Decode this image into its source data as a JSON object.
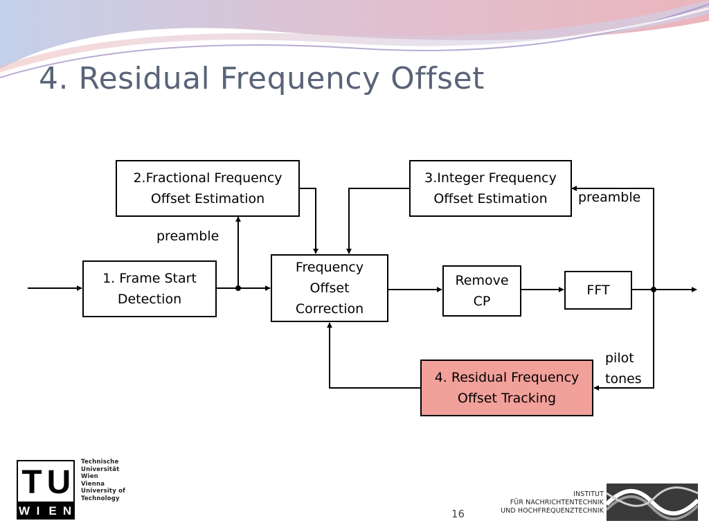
{
  "slide": {
    "title": "4. Residual Frequency Offset",
    "page_number": "16"
  },
  "diagram": {
    "blocks": {
      "frame_start": "1. Frame Start\nDetection",
      "fractional": "2.Fractional Frequency\nOffset Estimation",
      "integer": "3.Integer Frequency\nOffset Estimation",
      "correction": "Frequency\nOffset\nCorrection",
      "remove_cp": "Remove\nCP",
      "fft": "FFT",
      "residual": "4. Residual Frequency\nOffset Tracking"
    },
    "labels": {
      "preamble_left": "preamble",
      "preamble_right": "preamble",
      "pilot_tones": "pilot\ntones"
    },
    "colors": {
      "highlight_block": "#f2a09a",
      "line": "#000000"
    }
  },
  "footer": {
    "tu_logo_text": [
      "T",
      "U",
      "W",
      "I",
      "E",
      "N"
    ],
    "tu_lines": [
      "Technische",
      "Universität",
      "Wien",
      "Vienna",
      "University of",
      "Technology"
    ],
    "institute_lines": [
      "INSTITUT",
      "FÜR NACHRICHTENTECHNIK",
      "UND HOCHFREQUENZTECHNIK"
    ],
    "institute_logo": "wave-logo"
  }
}
